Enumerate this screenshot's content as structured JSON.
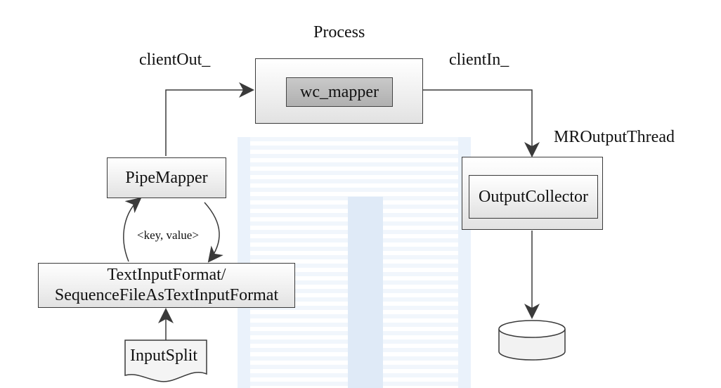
{
  "diagram": {
    "process_label": "Process",
    "client_out_label": "clientOut_",
    "client_in_label": "clientIn_",
    "mr_output_thread_label": "MROutputThread",
    "wc_mapper_label": "wc_mapper",
    "pipe_mapper_label": "PipeMapper",
    "output_collector_label": "OutputCollector",
    "key_value_label": "<key, value>",
    "input_format_line1": "TextInputFormat/",
    "input_format_line2": "SequenceFileAsTextInputFormat",
    "input_split_label": "InputSplit"
  },
  "colors": {
    "line": "#3a3a3a",
    "box_fill": "#eeeeee",
    "inner_box_fill": "#b8b8b8",
    "watermark": "#e6eff9"
  },
  "icons": [
    "database-icon",
    "document-icon",
    "arrow-head-icon"
  ]
}
